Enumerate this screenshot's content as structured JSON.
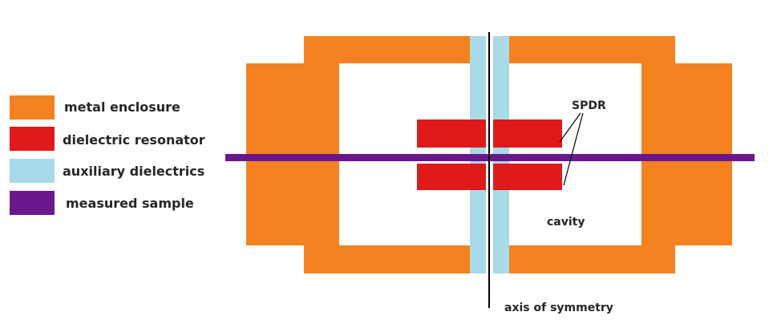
{
  "colors": {
    "metal_enclosure": "#F48220",
    "dielectric_resonator": "#E0191B",
    "auxiliary_dielectrics": "#A8DAE7",
    "measured_sample": "#6A178C",
    "axis": "#000000",
    "background": "#FFFFFF"
  },
  "legend": {
    "items": [
      {
        "key": "metal_enclosure",
        "label": "metal enclosure"
      },
      {
        "key": "dielectric_resonator",
        "label": "dielectric resonator"
      },
      {
        "key": "auxiliary_dielectrics",
        "label": "auxiliary dielectrics"
      },
      {
        "key": "measured_sample",
        "label": "measured sample"
      }
    ]
  },
  "annotations": {
    "spdr": "SPDR",
    "cavity": "cavity",
    "axis": "axis of symmetry"
  }
}
